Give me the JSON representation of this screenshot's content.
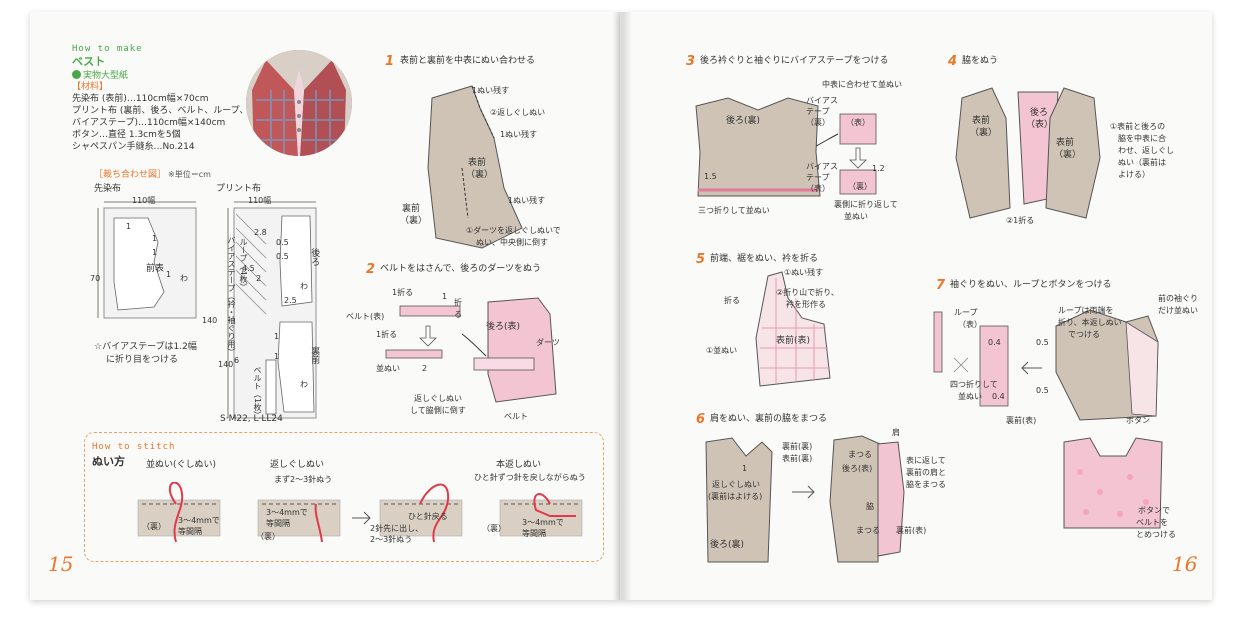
{
  "left": {
    "how_to_make": "How to make",
    "title": "ベスト",
    "pattern_note": "実物大型紙",
    "materials_head": "【材料】",
    "materials": [
      "先染布 (表前)…110cm幅×70cm",
      "プリント布 (裏前、後ろ、ベルト、ループ、",
      "バイアステープ)…110cm幅×140cm",
      "ボタン…直径 1.3cmを5個",
      "シャペスパン手縫糸…No.214"
    ],
    "cut_layout_head": "［裁ち合わせ図］",
    "unit_note": "※単位＝cm",
    "fabric1": "先染布",
    "fabric2": "プリント布",
    "width1": "110幅",
    "width2": "110幅",
    "cut1": {
      "height": "70",
      "one_a": "1",
      "one_b": "1",
      "one_c": "1",
      "one_d": "1",
      "piece": "前表",
      "wa": "わ"
    },
    "cut2": {
      "height": "140",
      "n28": "2.8",
      "n05a": "0.5",
      "n45": "4.5",
      "n2": "2",
      "n05b": "0.5",
      "n25": "2.5",
      "n1a": "1",
      "n1b": "1",
      "n6": "6",
      "n140": "140",
      "bias": "バイアステープ（衿・袖ぐり用）",
      "loop": "ループ（4枚）",
      "belt": "ベルト（1枚）",
      "back": "後ろ",
      "back_wa": "わ",
      "urame": "裏前",
      "urame_wa": "わ",
      "sizes": "S·M22, L·LL24"
    },
    "bias_note_1": "☆バイアステープは1.2幅",
    "bias_note_2": "に折り目をつける",
    "stitch": {
      "head": "How to stitch",
      "title": "ぬい方",
      "c1": "並ぬい(ぐしぬい)",
      "c2": "返しぐしぬい",
      "c3": "本返しぬい",
      "c3_sub": "ひと針ずつ針を戻しながらぬう",
      "c2_sub": "まず2〜3針ぬう",
      "c1_ura": "（裏）",
      "c1_gap": "3〜4mmで",
      "c1_gap2": "等間隔",
      "c2_gap": "3〜4mmで",
      "c2_gap2": "等間隔",
      "c2_ura": "（裏）",
      "c2_back": "ひと針戻る",
      "c2_back2": "2針先に出し、",
      "c2_back3": "2〜3針ぬう",
      "c3_ura": "（裏）",
      "c3_gap": "3〜4mmで",
      "c3_gap2": "等間隔"
    },
    "page_no": "15"
  },
  "steps": {
    "s1": {
      "n": "1",
      "title": "表前と裏前を中表にぬい合わせる",
      "l1": "1ぬい残す",
      "l2": "②返しぐしぬい",
      "l3": "1ぬい残す",
      "l4": "表前",
      "l5": "（裏）",
      "l6": "1ぬい残す",
      "l7": "裏前",
      "l8": "（裏）",
      "l9": "①ダーツを返しぐしぬいで",
      "l10": "ぬい、中央側に倒す"
    },
    "s2": {
      "n": "2",
      "title": "ベルトをはさんで、後ろのダーツをぬう",
      "l1": "1折る",
      "l2": "ベルト(表)",
      "l3": "1折る",
      "l4": "1",
      "l5": "折",
      "l6": "る",
      "l7": "並ぬい",
      "l8": "2",
      "l9": "後ろ(表)",
      "l10": "ダーツ",
      "l11": "返しぐしぬい",
      "l12": "して脇側に倒す",
      "l13": "ベルト"
    },
    "s3": {
      "n": "3",
      "title": "後ろ衿ぐりと袖ぐりにバイアステープをつける",
      "l1": "中表に合わせて並ぬい",
      "l2": "バイアス",
      "l3": "テープ",
      "l4": "（裏）",
      "l5": "後ろ(裏)",
      "l6": "1.5",
      "l7": "三つ折りして並ぬい",
      "l8": "バイアス",
      "l9": "テープ",
      "l10": "（表）",
      "l11": "（表）",
      "l12": "1.2",
      "l13": "（裏）",
      "l14": "裏側に折り返して",
      "l15": "並ぬい"
    },
    "s4": {
      "n": "4",
      "title": "脇をぬう",
      "l1": "表前",
      "l2": "（裏）",
      "l3": "後ろ",
      "l4": "（表）",
      "l5": "表前",
      "l6": "（裏）",
      "l7": "①表前と後ろの",
      "l8": "脇を中表に合",
      "l9": "わせ、返しぐし",
      "l10": "ぬい（裏前は",
      "l11": "よける）",
      "l12": "②1折る"
    },
    "s5": {
      "n": "5",
      "title": "前端、裾をぬい、衿を折る",
      "l1": "①ぬい残す",
      "l2": "折る",
      "l3": "②折り山で折り、",
      "l4": "衿を形作る",
      "l5": "表前(表)",
      "l6": "①並ぬい"
    },
    "s6": {
      "n": "6",
      "title": "肩をぬい、裏前の脇をまつる",
      "l1": "裏前(裏)",
      "l2": "表前(裏)",
      "l3": "1",
      "l4": "返しぐしぬい",
      "l5": "(裏前はよける)",
      "l6": "後ろ(裏)",
      "l7": "肩",
      "l8": "まつる",
      "l9": "後ろ(表)",
      "l10": "表に返して",
      "l11": "裏前の肩と",
      "l12": "脇をまつる",
      "l13": "脇",
      "l14": "まつる",
      "l15": "裏前(表)"
    },
    "s7": {
      "n": "7",
      "title": "袖ぐりをぬい、ループとボタンをつける",
      "l1": "ループ",
      "l2": "（表）",
      "l3": "ループは両端を",
      "l4": "折り、本返しぬい",
      "l5": "でつける",
      "l6": "前の袖ぐり",
      "l7": "だけ並ぬい",
      "l8": "0.4",
      "l9": "0.5",
      "l10": "四つ折りして",
      "l11": "並ぬい",
      "l12": "0.4",
      "l13": "0.5",
      "l14": "裏前(表)",
      "l15": "ボタン",
      "l16": "ボタンで",
      "l17": "ベルトを",
      "l18": "とめつける"
    },
    "page_no": "16"
  }
}
